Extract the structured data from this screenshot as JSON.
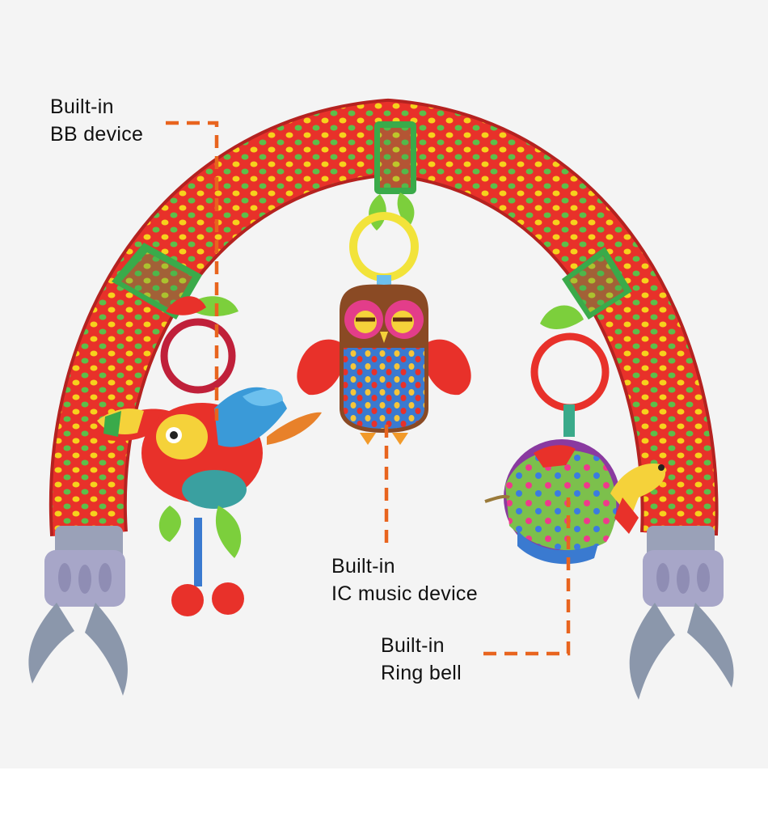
{
  "colors": {
    "background": "#f4f4f4",
    "arch": "#e8312a",
    "leader_line": "#e8641e",
    "clip": "#a7a6c8",
    "claw": "#8b97ab"
  },
  "callouts": {
    "bb_device": {
      "line1": "Built-in",
      "line2": "BB device"
    },
    "ic_music": {
      "line1": "Built-in",
      "line2": "IC music device"
    },
    "ring_bell": {
      "line1": "Built-in",
      "line2": "Ring bell"
    }
  },
  "toys": [
    "toucan-plush",
    "owl-plush",
    "turtle-ball-plush"
  ]
}
